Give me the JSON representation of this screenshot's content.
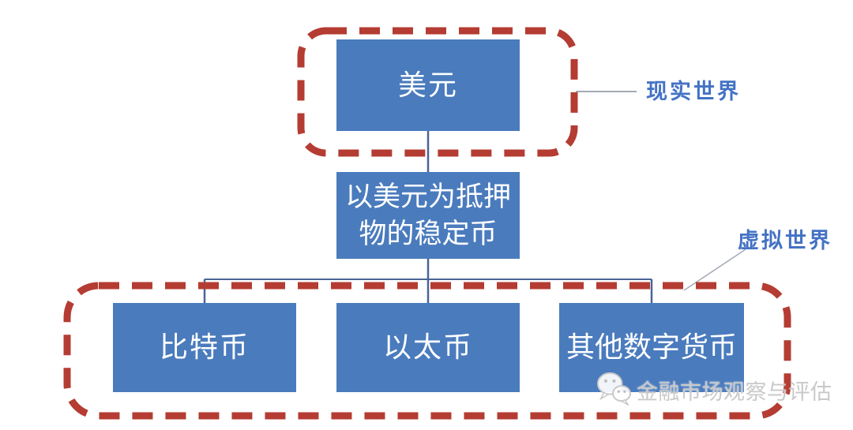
{
  "diagram": {
    "nodes": {
      "usd": {
        "label": "美元"
      },
      "stablecoin": {
        "label": "以美元为抵押物的稳定币",
        "lines": [
          "以美元为抵押",
          "物的稳定币"
        ]
      },
      "bitcoin": {
        "label": "比特币"
      },
      "ether": {
        "label": "以太币"
      },
      "other": {
        "label": "其他数字货币"
      }
    },
    "groups": {
      "real_world": {
        "label": "现实世界",
        "members": [
          "美元"
        ]
      },
      "virtual_world": {
        "label": "虚拟世界",
        "members": [
          "比特币",
          "以太币",
          "其他数字货币"
        ]
      }
    },
    "edges": [
      {
        "from": "美元",
        "to": "以美元为抵押物的稳定币"
      },
      {
        "from": "以美元为抵押物的稳定币",
        "to": "比特币"
      },
      {
        "from": "以美元为抵押物的稳定币",
        "to": "以太币"
      },
      {
        "from": "以美元为抵押物的稳定币",
        "to": "其他数字货币"
      }
    ],
    "colors": {
      "node_fill": "#4A7BBD",
      "node_text": "#FFFFFF",
      "group_dashed_border": "#B43C32",
      "connector_line": "#4A6496",
      "zone_label_text": "#4472C4",
      "callout_line": "#A3AAB6",
      "watermark_text": "#C9C9C9"
    },
    "watermark": {
      "icon": "wechat-icon",
      "text": "金融市场观察与评估"
    }
  }
}
